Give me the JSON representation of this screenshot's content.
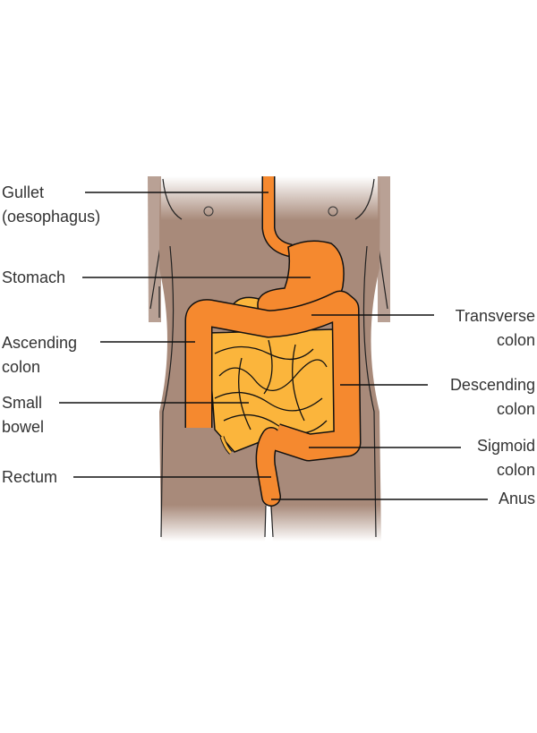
{
  "colors": {
    "skin": "#a88a7a",
    "colon": "#f5892f",
    "bowel": "#fbb53c",
    "outline": "#111111"
  },
  "labels": {
    "gullet": [
      "Gullet",
      "(oesophagus)"
    ],
    "stomach": [
      "Stomach"
    ],
    "ascending": [
      "Ascending",
      "colon"
    ],
    "small": [
      "Small",
      "bowel"
    ],
    "rectum": [
      "Rectum"
    ],
    "transverse": [
      "Transverse",
      "colon"
    ],
    "descending": [
      "Descending",
      "colon"
    ],
    "sigmoid": [
      "Sigmoid",
      "colon"
    ],
    "anus": [
      "Anus"
    ]
  }
}
